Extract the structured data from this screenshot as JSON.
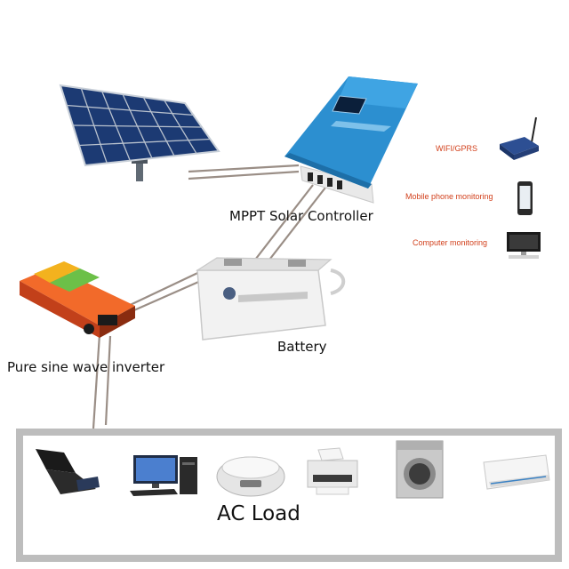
{
  "labels": {
    "controller": "MPPT Solar Controller",
    "battery": "Battery",
    "inverter": "Pure sine wave inverter",
    "ac_load": "AC Load"
  },
  "monitoring": [
    {
      "label": "WIFI/GPRS"
    },
    {
      "label": "Mobile phone monitoring"
    },
    {
      "label": "Computer monitoring"
    }
  ],
  "colors": {
    "monitoring_text": "#d2401c",
    "controller_blue": "#2c8fd0",
    "inverter_orange": "#e4531c",
    "load_frame": "#bdbdbd",
    "cable": "#9a8e86"
  },
  "icons": {
    "solar": "solar-panel-icon",
    "controller": "mppt-controller-icon",
    "battery": "battery-icon",
    "inverter": "inverter-icon",
    "wifi": "wifi-module-icon",
    "phone": "mobile-phone-icon",
    "computer": "computer-monitor-icon",
    "loads": [
      "laptop-icon",
      "desktop-computer-icon",
      "rice-cooker-icon",
      "printer-icon",
      "washing-machine-icon",
      "air-conditioner-icon"
    ]
  }
}
